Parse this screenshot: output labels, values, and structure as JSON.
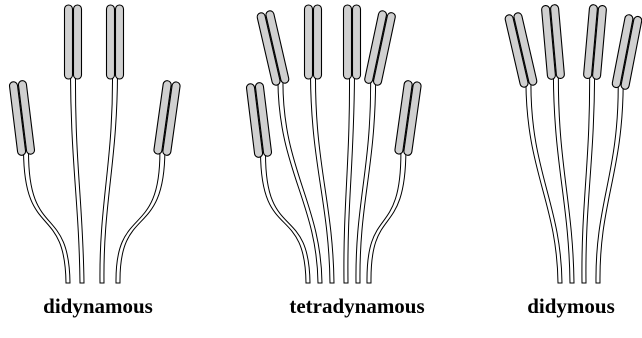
{
  "captions": [
    "didynamous",
    "tetradynamous",
    "didymous"
  ],
  "colors": {
    "anther_fill": "#d0d0d0",
    "line": "#000000",
    "filament_fill": "#ffffff"
  },
  "diagrams": [
    {
      "label_index": 0,
      "stamens": [
        "short-left",
        "long-left",
        "long-right",
        "short-right"
      ]
    },
    {
      "label_index": 1,
      "stamens": [
        "short-left",
        "long-left-outer",
        "long-left-inner",
        "long-right-inner",
        "long-right-outer",
        "short-right"
      ]
    },
    {
      "label_index": 2,
      "stamens": [
        "left-outer",
        "left-inner",
        "right-inner",
        "right-outer"
      ]
    }
  ]
}
